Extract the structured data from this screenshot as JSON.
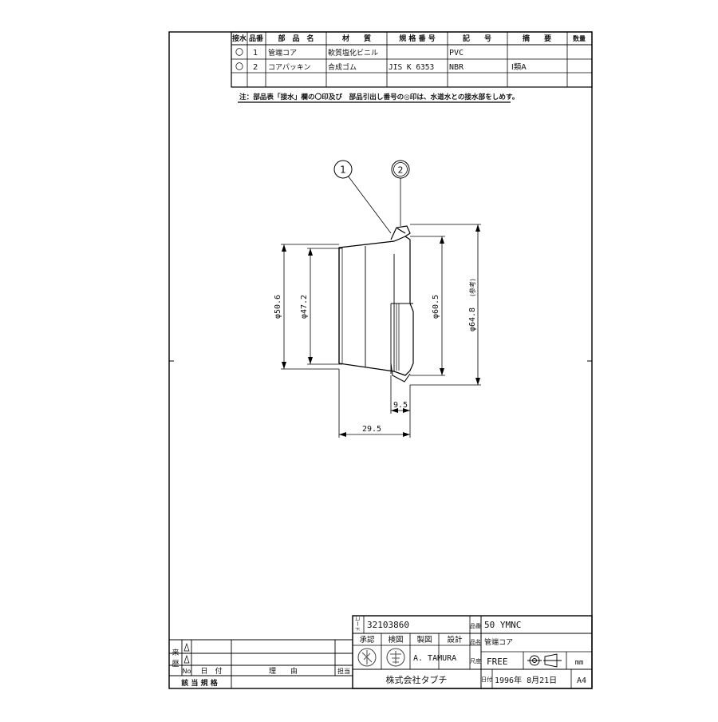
{
  "parts_table": {
    "headers": [
      "接水",
      "品番",
      "部　品　名",
      "材　　質",
      "規 格 番 号",
      "記　　号",
      "摘　　要",
      "数量"
    ],
    "rows": [
      {
        "mark": "〇",
        "no": "1",
        "name": "管端コア",
        "material": "軟質塩化ビニル",
        "standard": "",
        "symbol": "PVC",
        "remark": ""
      },
      {
        "mark": "〇",
        "no": "2",
        "name": "コアパッキン",
        "material": "合成ゴム",
        "standard": "JIS K 6353",
        "symbol": "NBR",
        "remark": "I類A"
      }
    ]
  },
  "note": "注：部品表「接水」欄の〇印及び　部品引出し番号の◎印は、水道水との接水部をしめす。",
  "drawing": {
    "balloons": [
      "1",
      "2"
    ],
    "dimensions": {
      "d_50_6": "φ50.6",
      "d_47_2": "φ47.2",
      "d_60_5": "φ60.5",
      "d_64_8": "φ64.8",
      "ref": "(参考)",
      "len_9_5": "9.5",
      "len_29_5": "29.5"
    }
  },
  "title_block": {
    "code_label": "コード",
    "code": "32103860",
    "product_no_label": "品番",
    "product_no": "50 YMNC",
    "product_name_label": "品名",
    "product_name": "管端コア",
    "approve": "承認",
    "check": "検図",
    "draw": "製図",
    "design": "設計",
    "designer": "A. TAMURA",
    "scale_label": "尺度",
    "scale": "FREE",
    "unit": "mm",
    "company": "株式会社タブチ",
    "date_label": "日付",
    "date": "1996年 8月21日",
    "size": "A4"
  },
  "revision_block": {
    "side_label_1": "来",
    "side_label_2": "歴",
    "col_no": "No",
    "col_date": "日　付",
    "col_reason": "理　　由",
    "col_person": "担当",
    "footer": "該 当 規 格"
  }
}
